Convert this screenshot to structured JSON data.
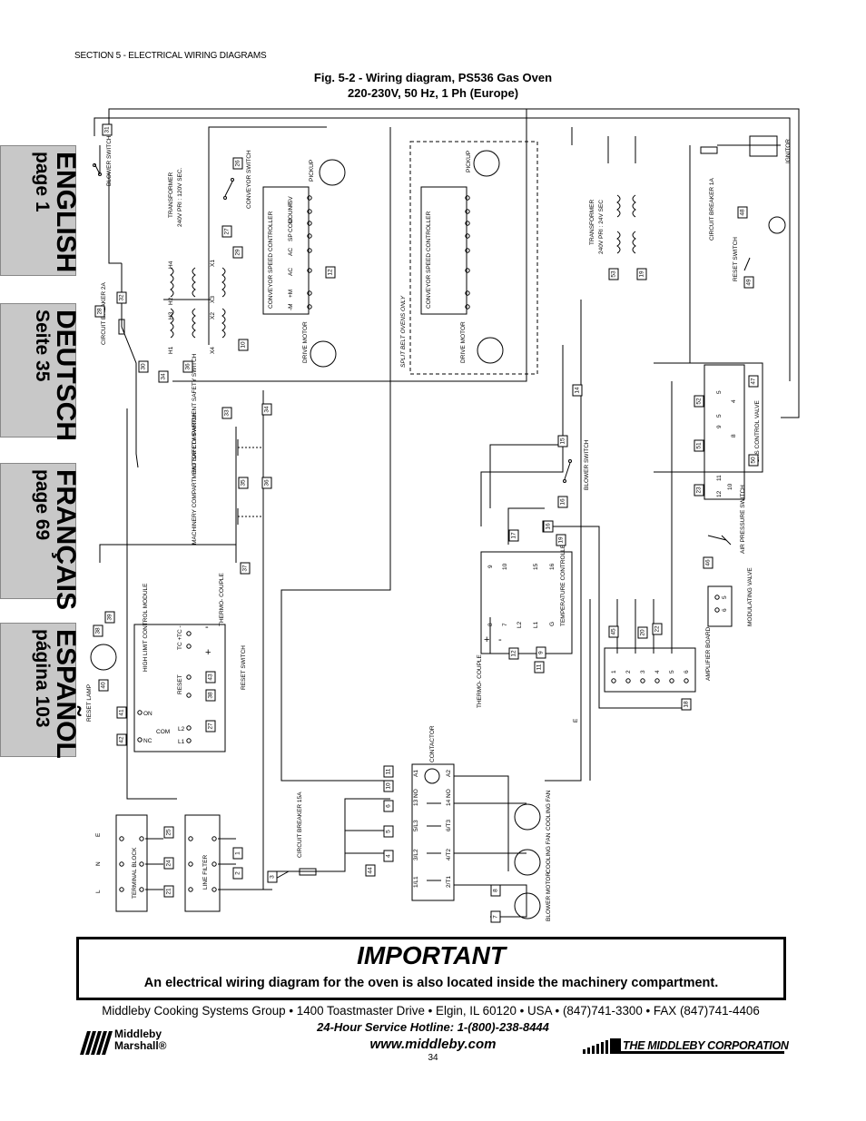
{
  "header": {
    "section": "SECTION 5 - ELECTRICAL WIRING DIAGRAMS",
    "fig_title": "Fig. 5-2 - Wiring diagram, PS536 Gas Oven",
    "fig_subtitle": "220-230V, 50 Hz, 1 Ph (Europe)"
  },
  "tabs": [
    {
      "lang": "ENGLISH",
      "page": "page 1"
    },
    {
      "lang": "DEUTSCH",
      "page": "Seite 35"
    },
    {
      "lang": "FRANÇAIS",
      "page": "page 69"
    },
    {
      "lang": "ESPAÑOL",
      "page": "página 103"
    }
  ],
  "diagram": {
    "components": {
      "blower_switch_top": "BLOWER SWITCH",
      "transformer_left": "TRANSFORMER",
      "transformer_left_spec": "240V PRI : 120V SEC.",
      "circuit_breaker_2a": "CIRCUIT BREAKER 2A",
      "conveyor_switch": "CONVEYOR SWITCH",
      "conveyor_speed_controller": "CONVEYOR SPEED CONTROLLER",
      "pickup": "PICKUP",
      "drive_motor": "DRIVE MOTOR",
      "split_belt": "SPLIT BELT OVENS ONLY",
      "transformer_right": "TRANSFORMER",
      "transformer_right_spec": "240V PRI : 24V SEC",
      "circuit_breaker_1a": "CIRCUIT BREAKER 1A",
      "ignitor": "IGNITOR",
      "reset_switch_right": "RESET SWITCH",
      "gas_control_valve": "GAS CONTROL VALVE",
      "motor_compartment_safety": "MOTOR COMPARTMENT SAFETY SWITCH",
      "machinery_compartment_safety": "MACHINERY COMPARTMENT SAFETY SWITCH",
      "blower_switch_mid": "BLOWER SWITCH",
      "air_pressure_switch": "AIR PRESSURE SWITCH",
      "thermocouple_left": "THERMO- COUPLE",
      "high_limit": "HIGH LIMIT CONTROL MODULE",
      "reset_switch_left": "RESET SWITCH",
      "reset_lamp": "RESET LAMP",
      "temperature_controller": "TEMPERATURE CONTROLLER",
      "thermocouple_mid": "THERMO- COUPLE",
      "modulating_valve": "MODULATING VALVE",
      "amplifier_board": "AMPLIFIER BOARD",
      "contactor": "CONTACTOR",
      "cooling_fan_1": "COOLING FAN",
      "cooling_fan_2": "COOLING FAN",
      "blower_motor": "BLOWER MOTOR",
      "circuit_breaker_15a": "CIRCUIT BREAKER 15A",
      "terminal_block": "TERMINAL BLOCK",
      "line_filter": "LINE FILTER"
    },
    "pins": {
      "controller": [
        "+5V",
        "COUNT",
        "COM",
        "SP",
        "AC",
        "AC",
        "+M",
        "-M"
      ],
      "high_limit": [
        "TC -",
        "TC +",
        "RESET",
        "ON",
        "NC",
        "COM",
        "L2",
        "L1"
      ],
      "temp_top": [
        "9",
        "10",
        "15",
        "16"
      ],
      "temp_bottom": [
        "8",
        "7",
        "L2",
        "L1",
        "G"
      ],
      "gas_valve": [
        "5",
        "4",
        "5",
        "9",
        "8",
        "11",
        "10",
        "12"
      ],
      "amp": [
        "1",
        "2",
        "3",
        "4",
        "5",
        "6"
      ],
      "mod_valve": [
        "5",
        "6"
      ],
      "contactor": [
        "A1",
        "A2",
        "13 NO",
        "14 NO",
        "5/L3",
        "6/T3",
        "3/L2",
        "4/T2",
        "1/L1",
        "2/T1"
      ],
      "terminal_block": [
        "E",
        "N",
        "L"
      ],
      "transformer_left": [
        "H4",
        "H2",
        "H3",
        "H1",
        "X1",
        "X3",
        "X2",
        "X4"
      ],
      "tc_signs": [
        "+",
        "-",
        "+",
        "-"
      ],
      "earth": "E"
    },
    "wires": [
      "31",
      "28",
      "27",
      "26",
      "29",
      "32",
      "12",
      "10",
      "30",
      "36",
      "34",
      "33",
      "34",
      "35",
      "36",
      "37",
      "38",
      "39",
      "40",
      "41",
      "42",
      "43",
      "38",
      "27",
      "14",
      "15",
      "16",
      "17",
      "18",
      "13",
      "11",
      "12",
      "9",
      "10",
      "11",
      "6",
      "5",
      "4",
      "3",
      "2",
      "1",
      "44",
      "8",
      "7",
      "25",
      "24",
      "21",
      "50",
      "52",
      "51",
      "49",
      "48",
      "47",
      "46",
      "53",
      "19",
      "20",
      "22",
      "23",
      "45",
      "18",
      "19",
      "16",
      "17"
    ]
  },
  "important": {
    "title": "IMPORTANT",
    "note": "An electrical wiring diagram for the oven is also located inside the machinery compartment."
  },
  "footer": {
    "address": "Middleby Cooking Systems Group • 1400 Toastmaster Drive • Elgin, IL 60120 • USA • (847)741-3300 • FAX (847)741-4406",
    "hotline": "24-Hour Service Hotline: 1-(800)-238-8444",
    "web": "www.middleby.com",
    "page": "34",
    "logo_left": "Middleby Marshall®",
    "logo_right": "THE MIDDLEBY CORPORATION"
  }
}
